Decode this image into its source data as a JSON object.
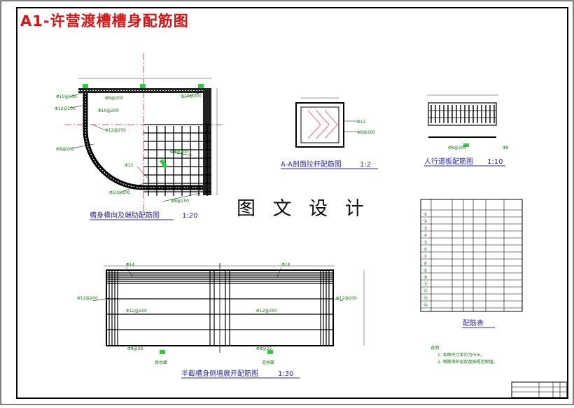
{
  "title": "A1-许营渡槽槽身配筋图",
  "watermark": "图 文 设 计",
  "views": {
    "cross_section": {
      "caption": "槽身横向及端肋配筋图",
      "scale": "1:20",
      "labels": [
        "Φ10@200",
        "Φ12@200",
        "Φ6@200",
        "Φ10@200",
        "Φ12@250",
        "Φ8@200",
        "Φ10@200",
        "Φ12",
        "Φ8@200",
        "Φ10@200",
        "Φ8@250"
      ]
    },
    "aa_section": {
      "caption": "A-A剖面拉杆配筋图",
      "scale": "1:2",
      "labels": [
        "Φ12",
        "Φ6@200"
      ]
    },
    "walkway": {
      "caption": "人行道板配筋图",
      "scale": "1:10",
      "labels": [
        "Φ8@200",
        "Φ6"
      ]
    },
    "wall": {
      "caption": "半截槽身侧墙展开配筋图",
      "scale": "1:30",
      "labels": [
        "Φ14",
        "Φ14",
        "Φ12@200",
        "Φ12@200",
        "Φ12@250",
        "Φ12@250",
        "Φ8@28",
        "Φ8@25"
      ],
      "face_labels": [
        "背水面",
        "迎水面"
      ]
    }
  },
  "rebar_table": {
    "title": "配筋表",
    "rows": [
      "①",
      "②",
      "③",
      "④",
      "⑤",
      "⑥",
      "⑦",
      "⑧",
      "⑨",
      "⑩",
      "⑪",
      "⑫",
      "⑬",
      "⑭"
    ]
  },
  "notes": {
    "heading": "说明",
    "items": [
      "1. 本图尺寸单位为mm。",
      "2. 钢筋保护层厚度按规范取值。"
    ]
  }
}
